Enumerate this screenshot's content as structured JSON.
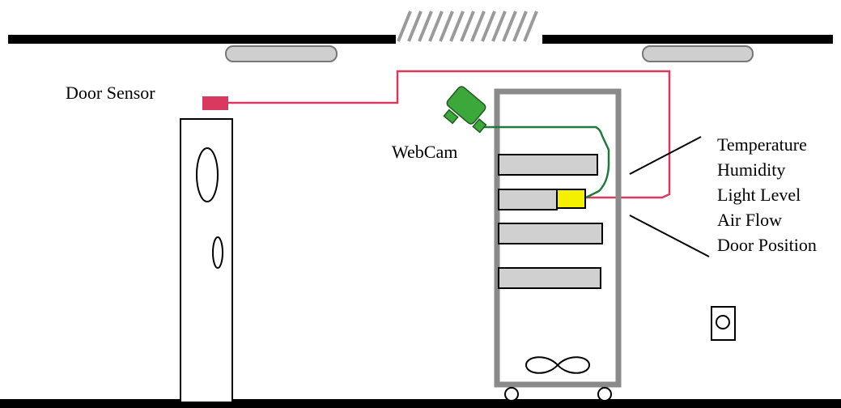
{
  "labels": {
    "door_sensor": "Door Sensor",
    "webcam": "WebCam"
  },
  "sensors": [
    "Temperature",
    "Humidity",
    "Light Level",
    "Air Flow",
    "Door Position"
  ],
  "colors": {
    "wall": "#000000",
    "ceiling_light": "#cfcfcf",
    "rack_frame": "#8a8a8a",
    "server": "#d0d0d0",
    "door_sensor": "#d9385f",
    "door_sensor_cable": "#d9385f",
    "webcam": "#3ca83c",
    "webcam_cable": "#1e7a3c",
    "monitor_unit": "#f5f000"
  },
  "icons": {
    "webcam": "webcam-icon",
    "fan": "fan-icon",
    "outlet": "wall-outlet-icon"
  }
}
